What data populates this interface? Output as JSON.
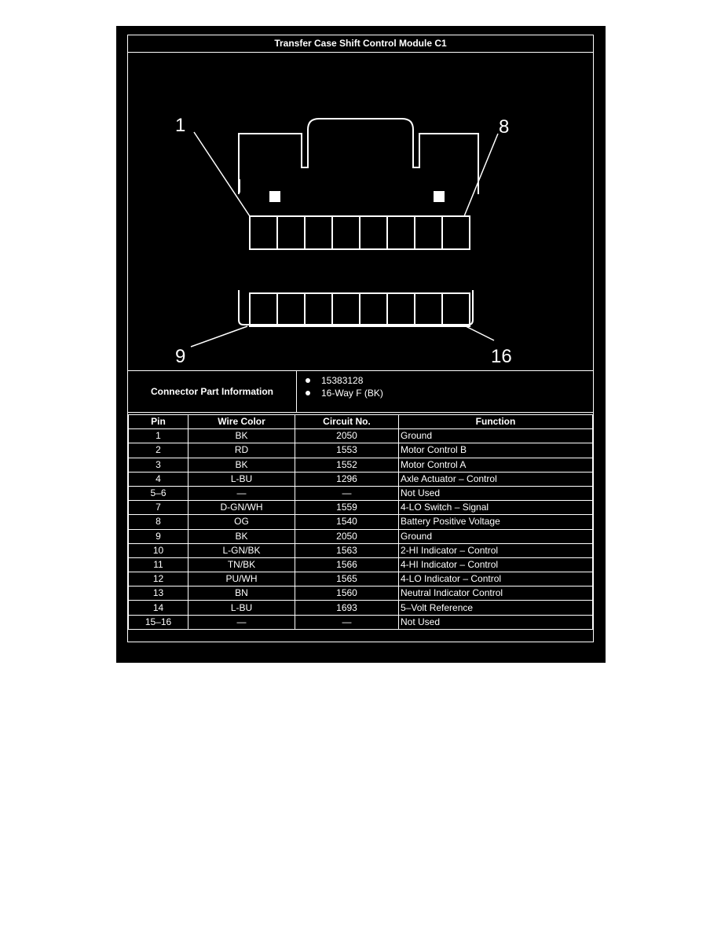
{
  "title": "Transfer Case Shift Control Module C1",
  "diagram": {
    "pin_labels": {
      "top_left": "1",
      "top_right": "8",
      "bottom_left": "9",
      "bottom_right": "16"
    }
  },
  "part_info": {
    "label": "Connector Part Information",
    "items": [
      "15383128",
      "16-Way F (BK)"
    ]
  },
  "table": {
    "headers": [
      "Pin",
      "Wire Color",
      "Circuit No.",
      "Function"
    ],
    "rows": [
      [
        "1",
        "BK",
        "2050",
        "Ground"
      ],
      [
        "2",
        "RD",
        "1553",
        "Motor Control B"
      ],
      [
        "3",
        "BK",
        "1552",
        "Motor Control A"
      ],
      [
        "4",
        "L-BU",
        "1296",
        "Axle Actuator – Control"
      ],
      [
        "5–6",
        "—",
        "—",
        "Not Used"
      ],
      [
        "7",
        "D-GN/WH",
        "1559",
        "4-LO Switch – Signal"
      ],
      [
        "8",
        "OG",
        "1540",
        "Battery Positive Voltage"
      ],
      [
        "9",
        "BK",
        "2050",
        "Ground"
      ],
      [
        "10",
        "L-GN/BK",
        "1563",
        "2-HI Indicator – Control"
      ],
      [
        "11",
        "TN/BK",
        "1566",
        "4-HI Indicator – Control"
      ],
      [
        "12",
        "PU/WH",
        "1565",
        "4-LO Indicator – Control"
      ],
      [
        "13",
        "BN",
        "1560",
        "Neutral Indicator Control"
      ],
      [
        "14",
        "L-BU",
        "1693",
        "5–Volt Reference"
      ],
      [
        "15–16",
        "—",
        "—",
        "Not Used"
      ]
    ]
  },
  "colors": {
    "background": "#000000",
    "foreground": "#ffffff"
  }
}
